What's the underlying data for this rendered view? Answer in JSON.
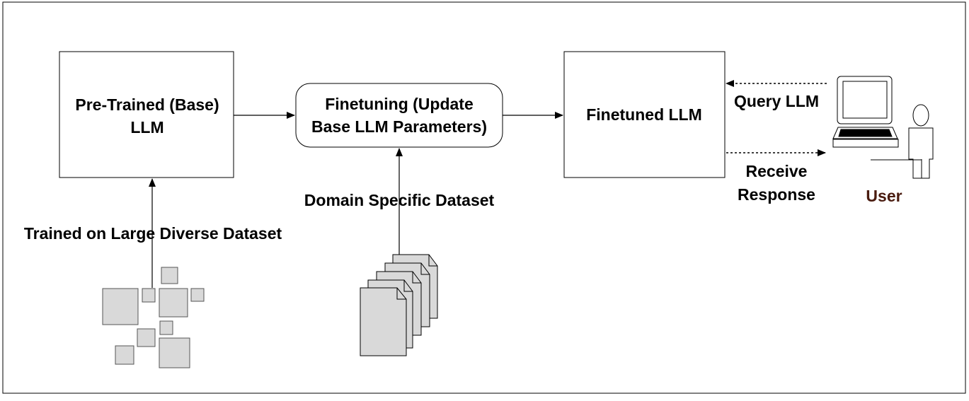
{
  "nodes": {
    "pretrained": {
      "line1": "Pre-Trained (Base)",
      "line2": "LLM"
    },
    "finetuning": {
      "line1": "Finetuning (Update",
      "line2": "Base LLM Parameters)"
    },
    "finetuned": {
      "label": "Finetuned LLM"
    },
    "user": {
      "label": "User"
    }
  },
  "edge_labels": {
    "large_dataset": "Trained on Large Diverse Dataset",
    "domain_dataset": "Domain Specific Dataset",
    "query": "Query LLM",
    "receive_line1": "Receive",
    "receive_line2": "Response"
  },
  "colors": {
    "stroke": "#000000",
    "shape_fill": "#d9d9d9",
    "user_label": "#4a1c10"
  },
  "icons": [
    "dataset-blocks-icon",
    "document-stack-icon",
    "computer-icon",
    "user-icon"
  ]
}
